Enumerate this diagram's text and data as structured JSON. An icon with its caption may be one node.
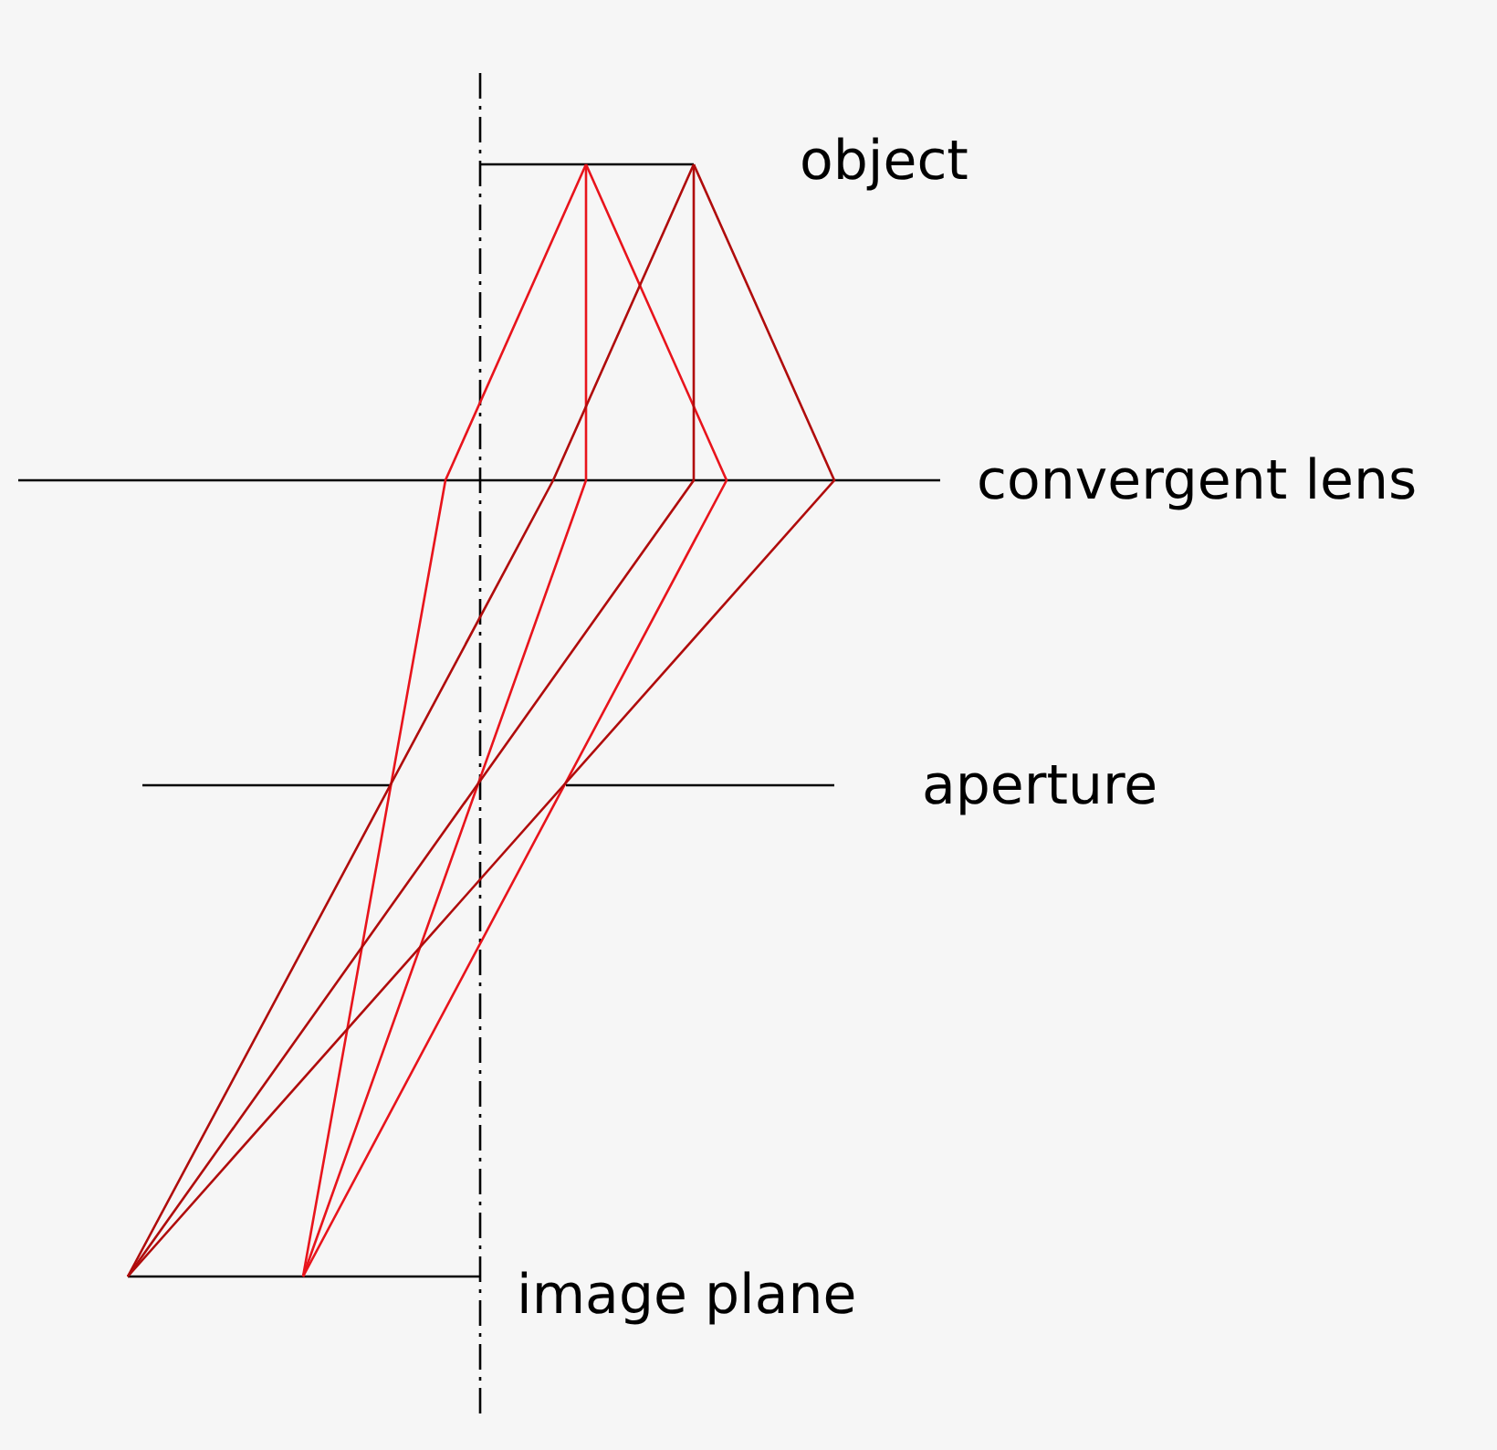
{
  "diagram": {
    "labels": [
      "object",
      "convergent lens",
      "aperture",
      "image plane"
    ]
  }
}
